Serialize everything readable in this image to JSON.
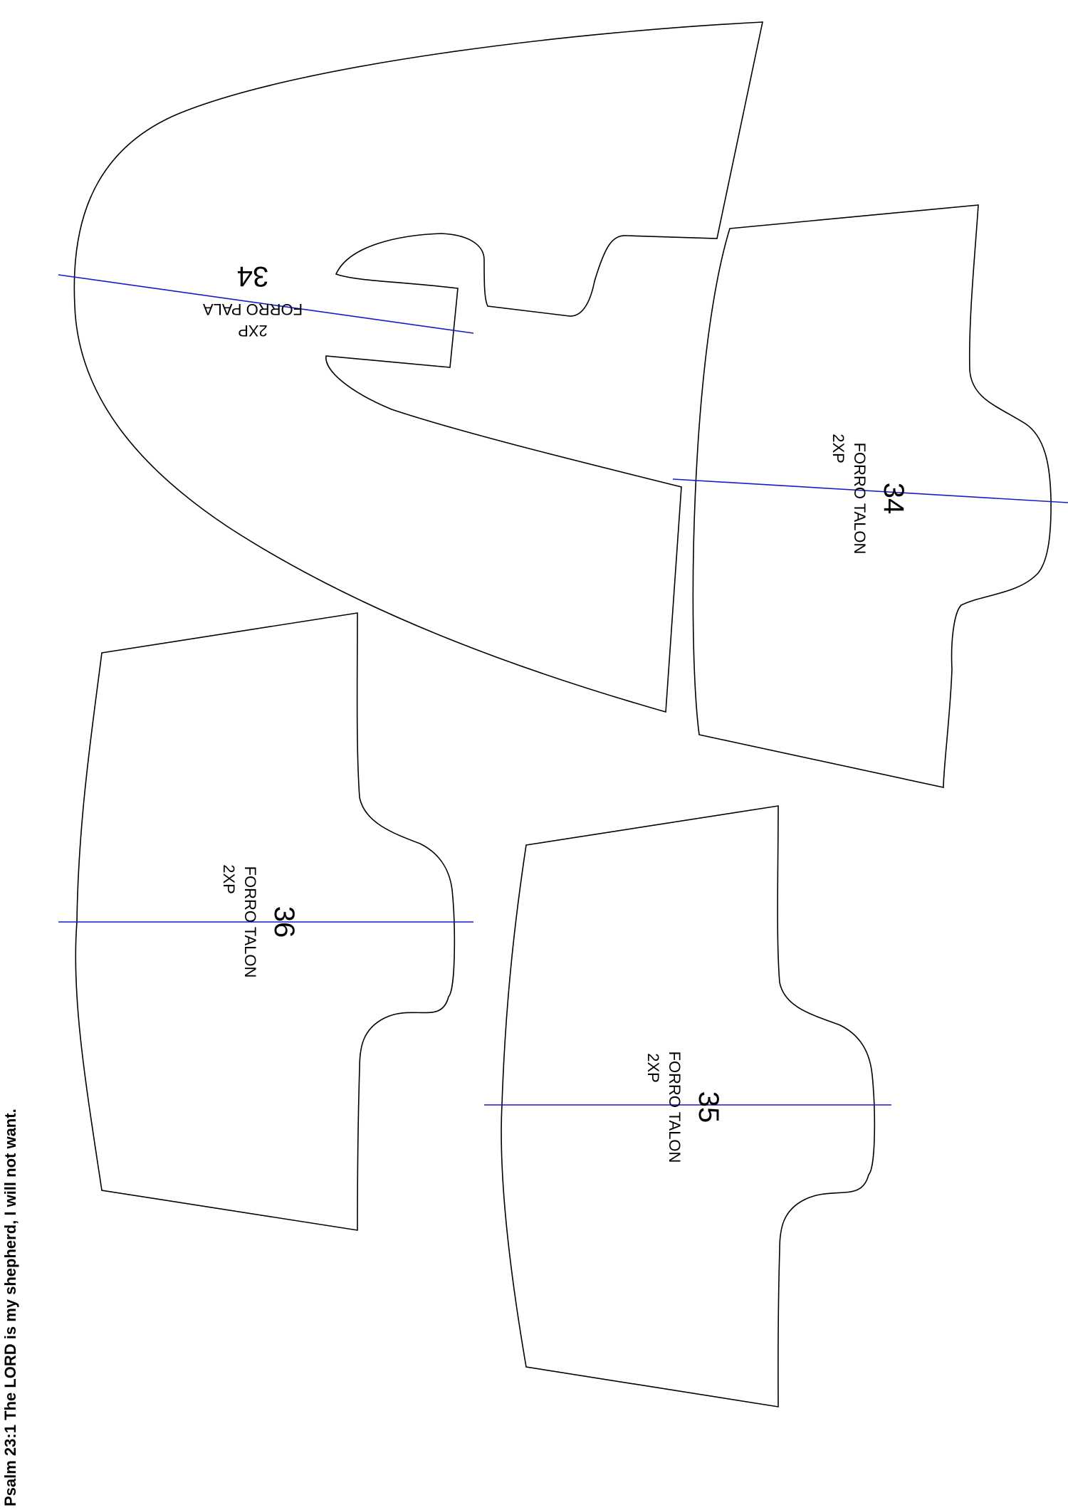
{
  "pieces": [
    {
      "id": "forro-pala",
      "number": "34",
      "name": "FORRO PALA",
      "qty": "2XP"
    },
    {
      "id": "forro-talon-34",
      "number": "34",
      "name": "FORRO TALON",
      "qty": "2XP"
    },
    {
      "id": "forro-talon-36",
      "number": "36",
      "name": "FORRO TALON",
      "qty": "2XP"
    },
    {
      "id": "forro-talon-35",
      "number": "35",
      "name": "FORRO TALON",
      "qty": "2XP"
    }
  ],
  "verse": "Psalm 23:1 The LORD is my shepherd, I will not want.",
  "colors": {
    "outline": "#000000",
    "grain_line": "#1a1acd",
    "background": "#ffffff"
  }
}
